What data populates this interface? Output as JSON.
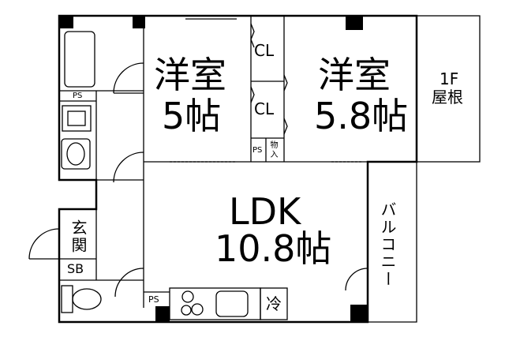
{
  "rooms": {
    "western_room_left": {
      "name": "洋室",
      "size": "5帖"
    },
    "western_room_right": {
      "name": "洋室",
      "size": "5.8帖"
    },
    "ldk": {
      "name": "LDK",
      "size": "10.8帖"
    },
    "closet_upper": "CL",
    "closet_lower": "CL",
    "storage": "物入",
    "ps_top": "PS",
    "ps_middle": "PS",
    "ps_kitchen": "PS",
    "entrance": "玄関",
    "shoe_box": "SB",
    "fridge": "冷",
    "balcony": "バルコニー",
    "roof_line1": "1F",
    "roof_line2": "屋根"
  }
}
